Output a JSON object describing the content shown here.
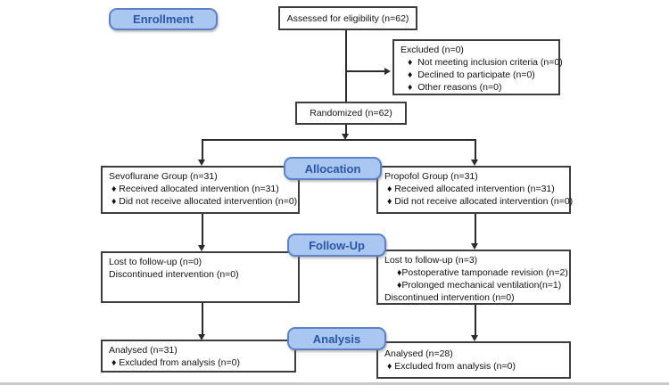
{
  "diagram_title": "CONSORT participant flow diagram",
  "colors": {
    "stage_label_fill": "#a9c7f0",
    "stage_label_border": "#5b82c8",
    "stage_label_text": "#2a55a4",
    "box_border": "#3d3d3d",
    "connector": "#2b2b2b",
    "background": "#ffffff"
  },
  "stages": {
    "enrollment": "Enrollment",
    "allocation": "Allocation",
    "followup": "Follow-Up",
    "analysis": "Analysis"
  },
  "boxes": {
    "assessed": {
      "title": "Assessed for eligibility (n=62)"
    },
    "excluded": {
      "title": "Excluded (n=0)",
      "items": [
        "♦  Not meeting inclusion criteria (n=0)",
        "♦  Declined to participate (n=0)",
        "♦  Other reasons (n=0)"
      ]
    },
    "randomized": {
      "title": "Randomized (n=62)"
    },
    "sevoflurane_group": {
      "title": "Sevoflurane Group (n=31)",
      "items": [
        "♦ Received allocated intervention (n=31)",
        "♦ Did not receive allocated intervention (n=0)"
      ]
    },
    "propofol_group": {
      "title": "Propofol Group (n=31)",
      "items": [
        "♦ Received allocated intervention (n=31)",
        "♦ Did not receive allocated intervention (n=0)"
      ]
    },
    "followup_left": {
      "line1": "Lost to follow-up (n=0)",
      "line2": "Discontinued intervention (n=0)"
    },
    "followup_right": {
      "line1": "Lost to follow-up (n=3)",
      "items": [
        "♦Postoperative tamponade revision (n=2)",
        "♦Prolonged mechanical ventilation(n=1)"
      ],
      "line2": "Discontinued intervention (n=0)"
    },
    "analysed_left": {
      "title": "Analysed (n=31)",
      "items": [
        "♦ Excluded from analysis (n=0)"
      ]
    },
    "analysed_right": {
      "title": "Analysed (n=28)",
      "items": [
        "♦ Excluded from analysis (n=0)"
      ]
    }
  }
}
